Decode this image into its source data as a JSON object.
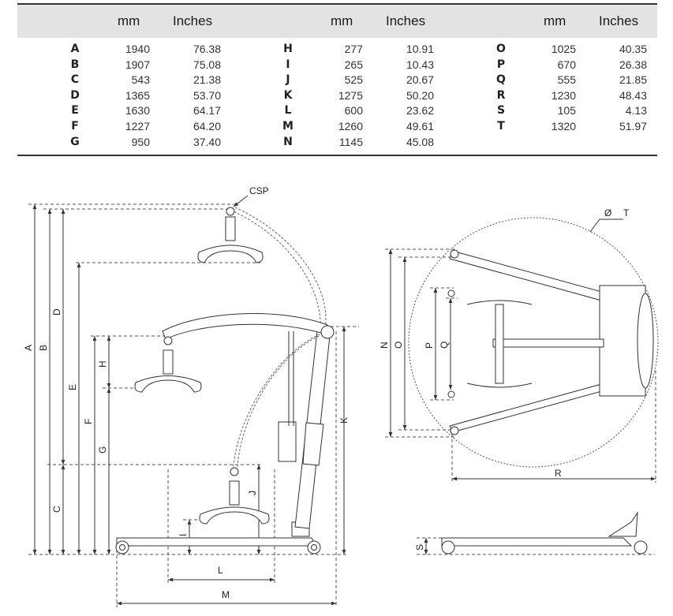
{
  "table": {
    "headers": [
      "mm",
      "Inches",
      "mm",
      "Inches",
      "mm",
      "Inches"
    ],
    "groups": [
      [
        {
          "letter": "A",
          "mm": "1940",
          "inches": "76.38"
        },
        {
          "letter": "B",
          "mm": "1907",
          "inches": "75.08"
        },
        {
          "letter": "C",
          "mm": "543",
          "inches": "21.38"
        },
        {
          "letter": "D",
          "mm": "1365",
          "inches": "53.70"
        },
        {
          "letter": "E",
          "mm": "1630",
          "inches": "64.17"
        },
        {
          "letter": "F",
          "mm": "1227",
          "inches": "64.20"
        },
        {
          "letter": "G",
          "mm": "950",
          "inches": "37.40"
        }
      ],
      [
        {
          "letter": "H",
          "mm": "277",
          "inches": "10.91"
        },
        {
          "letter": "I",
          "mm": "265",
          "inches": "10.43"
        },
        {
          "letter": "J",
          "mm": "525",
          "inches": "20.67"
        },
        {
          "letter": "K",
          "mm": "1275",
          "inches": "50.20"
        },
        {
          "letter": "L",
          "mm": "600",
          "inches": "23.62"
        },
        {
          "letter": "M",
          "mm": "1260",
          "inches": "49.61"
        },
        {
          "letter": "N",
          "mm": "1145",
          "inches": "45.08"
        }
      ],
      [
        {
          "letter": "O",
          "mm": "1025",
          "inches": "40.35"
        },
        {
          "letter": "P",
          "mm": "670",
          "inches": "26.38"
        },
        {
          "letter": "Q",
          "mm": "555",
          "inches": "21.85"
        },
        {
          "letter": "R",
          "mm": "1230",
          "inches": "48.43"
        },
        {
          "letter": "S",
          "mm": "105",
          "inches": "4.13"
        },
        {
          "letter": "T",
          "mm": "1320",
          "inches": "51.97"
        }
      ]
    ]
  },
  "diagram": {
    "csp_label": "CSP",
    "diameter_symbol": "Ø",
    "labels": {
      "A": "A",
      "B": "B",
      "C": "C",
      "D": "D",
      "E": "E",
      "F": "F",
      "G": "G",
      "H": "H",
      "I": "I",
      "J": "J",
      "K": "K",
      "L": "L",
      "M": "M",
      "N": "N",
      "O": "O",
      "P": "P",
      "Q": "Q",
      "R": "R",
      "S": "S",
      "T": "T"
    }
  },
  "colors": {
    "header_bg": "#e3e3e3",
    "line": "#333333"
  }
}
